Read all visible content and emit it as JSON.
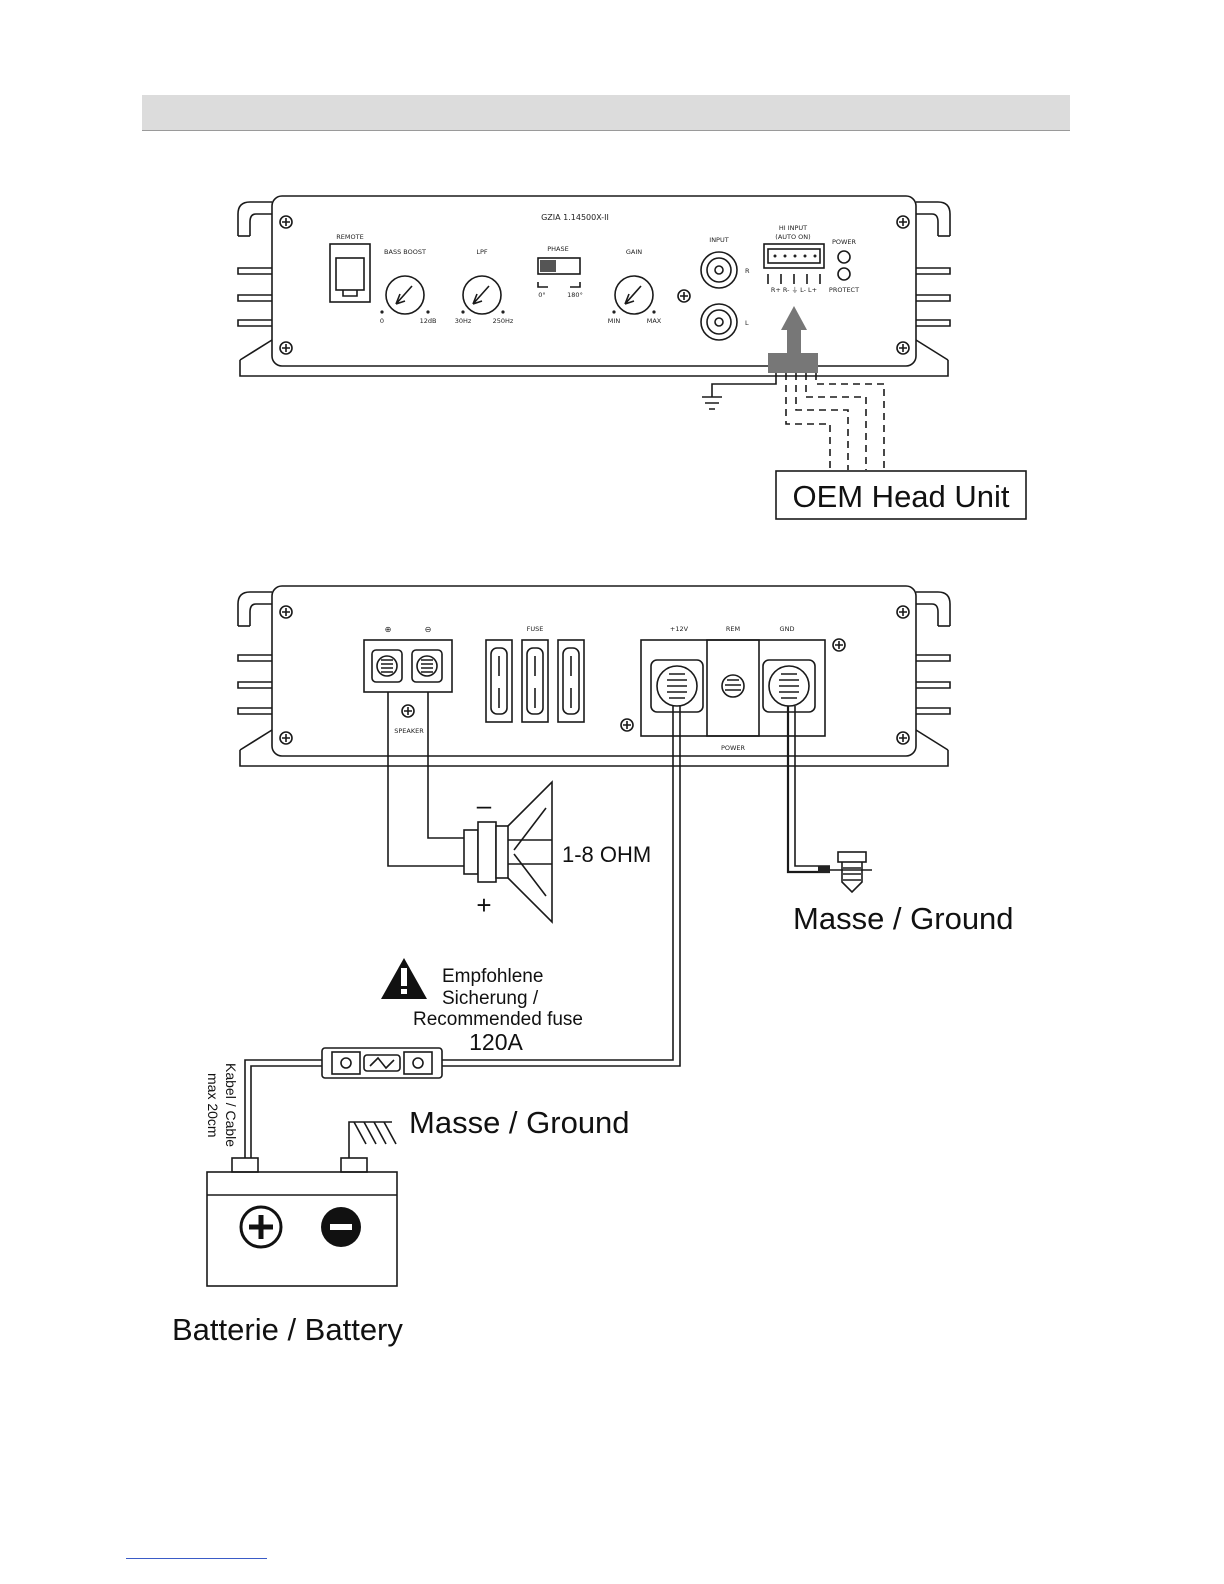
{
  "colors": {
    "header_bar": "#dcdcdc",
    "line": "#1a1a1a",
    "footer_rule": "#3a5bc7"
  },
  "front_panel": {
    "model": "GZIA 1.14500X-II",
    "remote": "REMOTE",
    "bass_boost": "BASS BOOST",
    "bass_min": "0",
    "bass_max": "12dB",
    "lpf": "LPF",
    "lpf_min": "30Hz",
    "lpf_max": "250Hz",
    "phase": "PHASE",
    "phase_0": "0°",
    "phase_180": "180°",
    "gain": "GAIN",
    "gain_min": "MIN",
    "gain_max": "MAX",
    "input": "INPUT",
    "input_r": "R",
    "input_l": "L",
    "hi_input_1": "HI INPUT",
    "hi_input_2": "(AUTO ON)",
    "hi_pins": "R+ R- ⏚ L- L+",
    "power": "POWER",
    "protect": "PROTECT"
  },
  "oem_head_unit": "OEM Head Unit",
  "rear_panel": {
    "plus_symbol": "⊕",
    "minus_symbol": "⊖",
    "speaker": "SPEAKER",
    "fuse": "FUSE",
    "v12": "+12V",
    "rem": "REM",
    "gnd": "GND",
    "power": "POWER"
  },
  "speaker": {
    "minus": "–",
    "plus": "+",
    "impedance": "1-8 OHM"
  },
  "ground_right": "Masse / Ground",
  "fuse_note": {
    "line1": "Empfohlene",
    "line2": "Sicherung /",
    "line3": "Recommended fuse",
    "value": "120A"
  },
  "cable_note": {
    "line1": "Kabel / Cable",
    "line2": "max 20cm"
  },
  "ground_battery": "Masse / Ground",
  "battery": "Batterie / Battery"
}
